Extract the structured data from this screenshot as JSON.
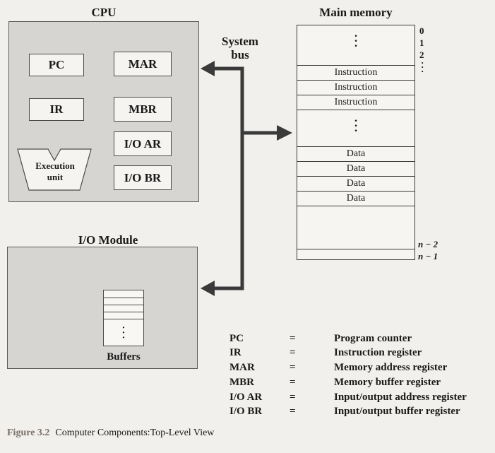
{
  "cpu": {
    "title": "CPU",
    "registers": {
      "pc": "PC",
      "mar": "MAR",
      "ir": "IR",
      "mbr": "MBR",
      "io_ar": "I/O AR",
      "io_br": "I/O BR"
    },
    "execution_unit": "Execution unit"
  },
  "bus": {
    "label_line1": "System",
    "label_line2": "bus"
  },
  "memory": {
    "title": "Main memory",
    "rows": [
      "Instruction",
      "Instruction",
      "Instruction",
      "Data",
      "Data",
      "Data",
      "Data"
    ],
    "addresses_top": [
      "0",
      "1",
      "2"
    ],
    "addresses_bottom": [
      "n − 2",
      "n − 1"
    ]
  },
  "io_module": {
    "title": "I/O Module",
    "buffers_label": "Buffers"
  },
  "legend": [
    {
      "abbr": "PC",
      "eq": "=",
      "desc": "Program counter"
    },
    {
      "abbr": "IR",
      "eq": "=",
      "desc": "Instruction register"
    },
    {
      "abbr": "MAR",
      "eq": "=",
      "desc": "Memory address register"
    },
    {
      "abbr": "MBR",
      "eq": "=",
      "desc": "Memory buffer register"
    },
    {
      "abbr": "I/O AR",
      "eq": "=",
      "desc": "Input/output address register"
    },
    {
      "abbr": "I/O BR",
      "eq": "=",
      "desc": "Input/output buffer register"
    }
  ],
  "caption": {
    "label": "Figure 3.2",
    "text": "Computer Components:Top-Level View"
  },
  "colors": {
    "box_fill": "#d6d5d2",
    "register_fill": "#f5f4f1",
    "bus": "#3a3a3a",
    "page": "#f1f0ec"
  }
}
